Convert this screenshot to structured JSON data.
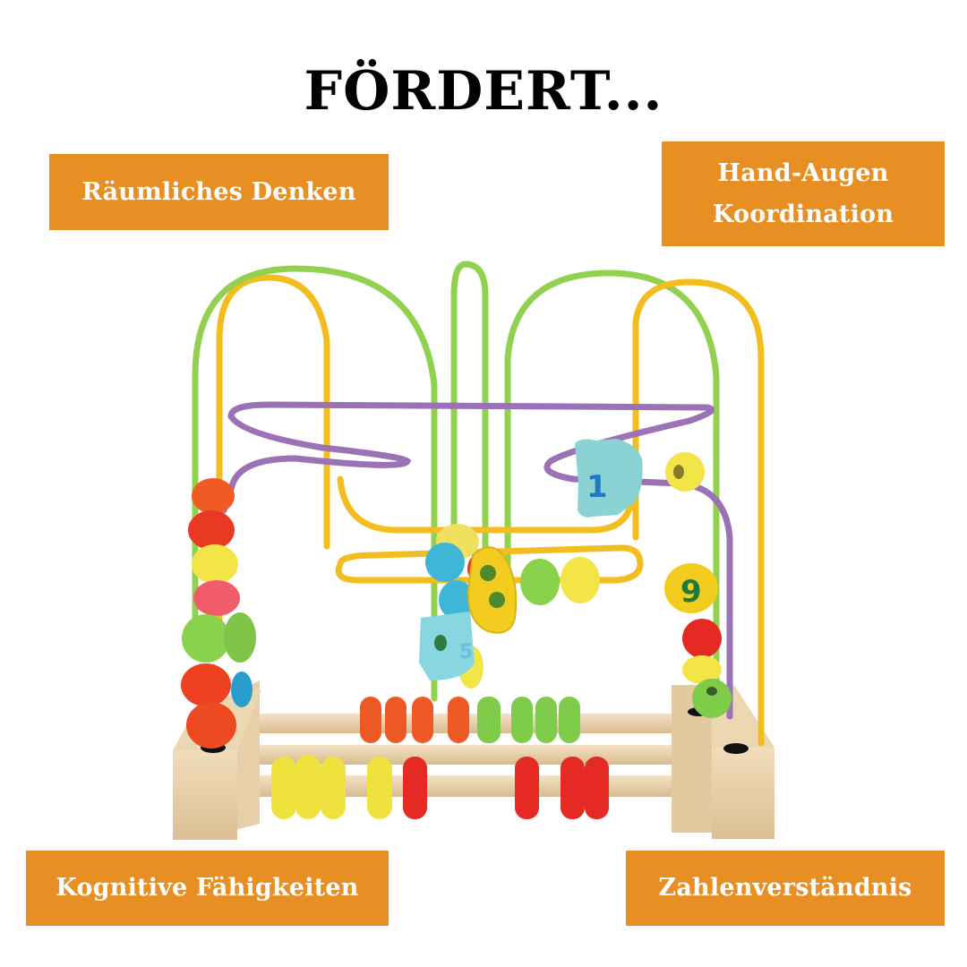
{
  "headline": "FÖRDERT...",
  "benefits": {
    "top_left": "Räumliches Denken",
    "top_right_line1": "Hand-Augen",
    "top_right_line2": "Koordination",
    "bottom_left": "Kognitive Fähigkeiten",
    "bottom_right": "Zahlenverständnis"
  },
  "product_image": {
    "subject": "wooden bead maze toy with abacus base",
    "bead_labels": [
      "1",
      "9",
      "5"
    ]
  },
  "colors": {
    "badge_background": "#e88f23",
    "badge_text": "#ffffff",
    "headline_text": "#000000",
    "page_background": "#ffffff"
  }
}
